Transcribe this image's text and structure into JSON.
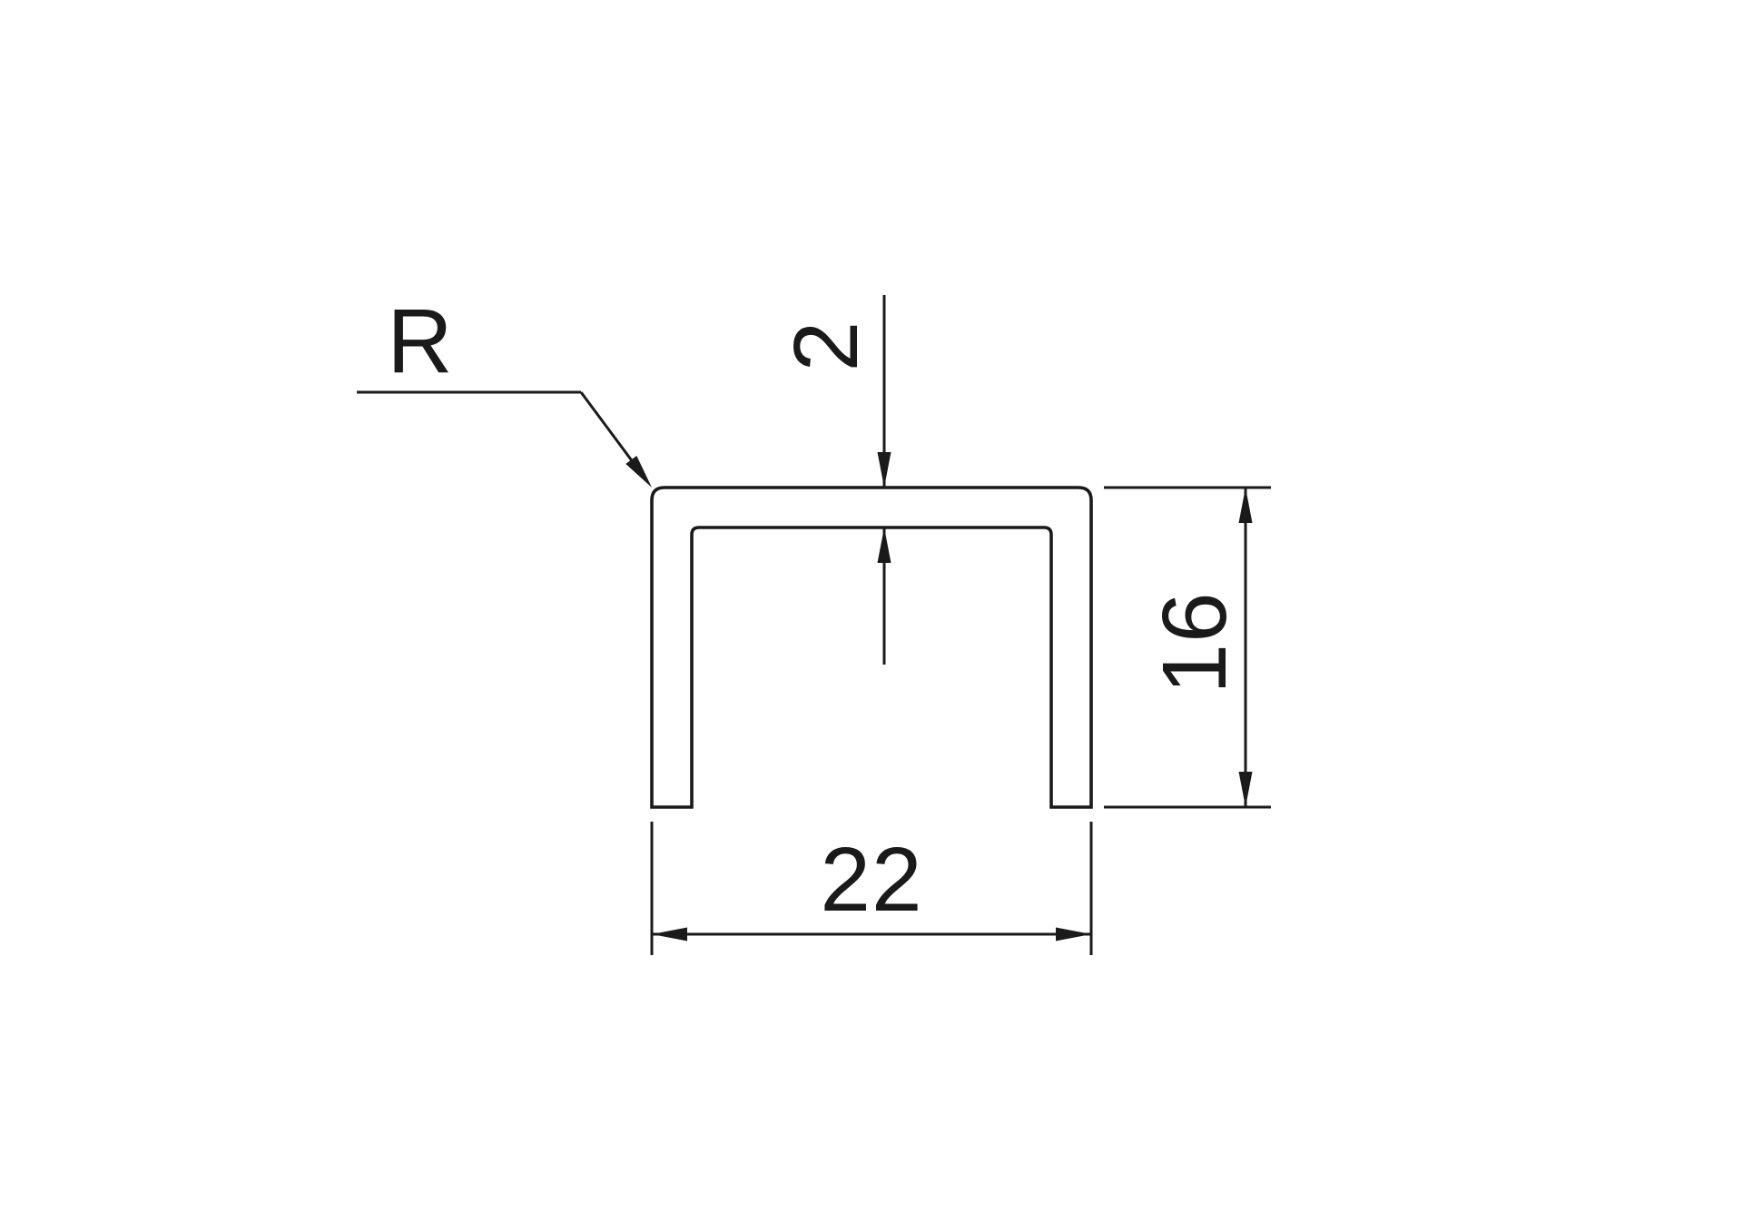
{
  "diagram": {
    "type": "technical-dimension-drawing",
    "subject": "U-channel profile cross-section",
    "labels": {
      "radius": "R",
      "thickness": "2",
      "height": "16",
      "width": "22"
    },
    "colors": {
      "line": "#1a1a1a",
      "background": "#ffffff"
    }
  }
}
